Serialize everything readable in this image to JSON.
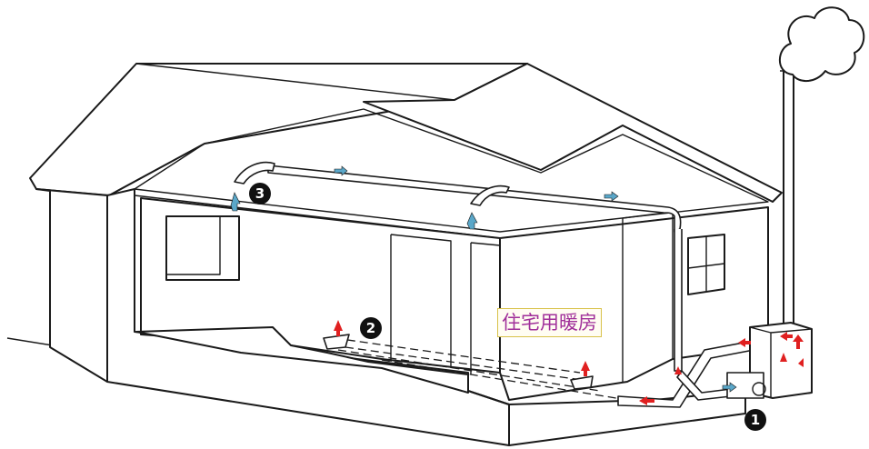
{
  "caption": "住宅用暖房",
  "markers": [
    {
      "id": "1",
      "label": "1"
    },
    {
      "id": "2",
      "label": "2"
    },
    {
      "id": "3",
      "label": "3"
    }
  ],
  "colors": {
    "warm_air": "#e02020",
    "return_air": "#5aa7c9",
    "caption_text": "#a0309a",
    "caption_border": "#d9c24a",
    "line": "#1a1a1a"
  },
  "icons": [
    "cloud-icon",
    "warm-air-arrow-icon",
    "return-air-arrow-icon",
    "floor-vent-icon",
    "ceiling-vent-icon"
  ]
}
